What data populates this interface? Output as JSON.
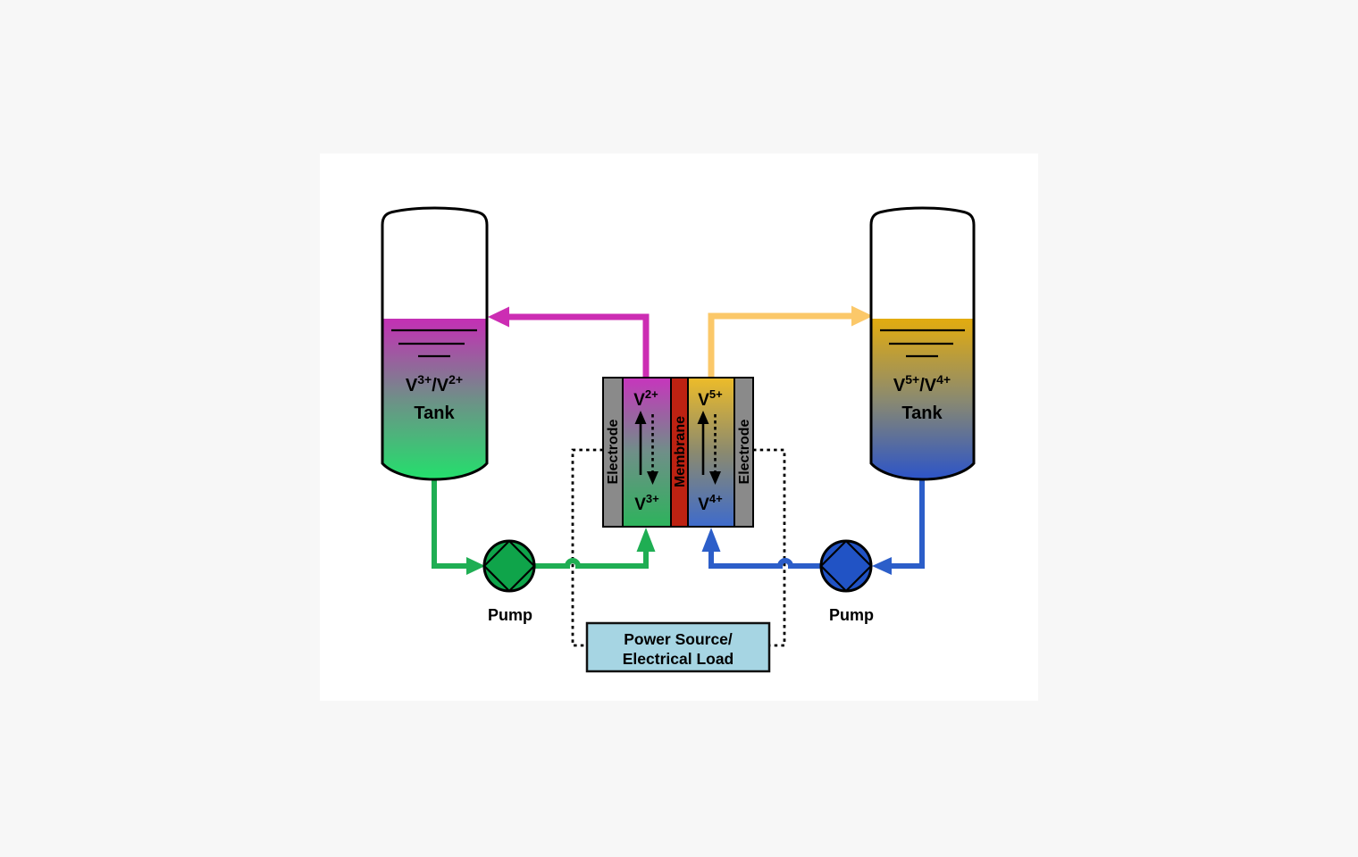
{
  "colors": {
    "page_background": "#f7f7f7",
    "canvas_background": "#ffffff",
    "outline_black": "#000000",
    "magenta_pipe": "#cc2db3",
    "amber_pipe": "#fbc869",
    "green_pipe": "#1fae53",
    "blue_pipe": "#2c5ec9",
    "pump_green": "#0fa44a",
    "pump_blue": "#2153c5",
    "electrode_gray": "#8a8a8a",
    "membrane_red": "#bd2212",
    "power_box_fill": "#a6d5e3",
    "left_tank_top": "#c42fb5",
    "left_tank_mid": "#6f8f88",
    "left_tank_bottom": "#23e06c",
    "right_tank_top": "#e3ac0f",
    "right_tank_mid": "#8b8a6f",
    "right_tank_bottom": "#2c54c8",
    "left_cell_top": "#c735bd",
    "left_cell_mid": "#6f8f88",
    "left_cell_bottom": "#2db35c",
    "right_cell_top": "#edbc29",
    "right_cell_mid": "#8b8a6f",
    "right_cell_bottom": "#3e6bcc"
  },
  "left_tank": {
    "label_base1": "V",
    "label_sup1": "3+",
    "label_base2": "/V",
    "label_sup2": "2+",
    "label_line2": "Tank"
  },
  "right_tank": {
    "label_base1": "V",
    "label_sup1": "5+",
    "label_base2": "/V",
    "label_sup2": "4+",
    "label_line2": "Tank"
  },
  "cell": {
    "left_electrode_label": "Electrode",
    "membrane_label": "Membrane",
    "right_electrode_label": "Electrode",
    "left_top_base": "V",
    "left_top_sup": "2+",
    "left_bottom_base": "V",
    "left_bottom_sup": "3+",
    "right_top_base": "V",
    "right_top_sup": "5+",
    "right_bottom_base": "V",
    "right_bottom_sup": "4+"
  },
  "pumps": {
    "left_label": "Pump",
    "right_label": "Pump"
  },
  "power_box": {
    "line1": "Power Source/",
    "line2": "Electrical Load"
  }
}
